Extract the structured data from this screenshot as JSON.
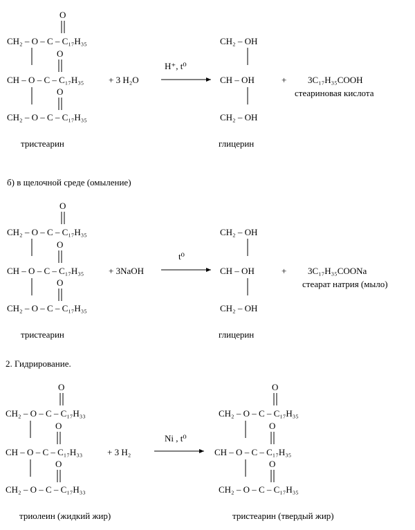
{
  "reaction1": {
    "ester": {
      "row1": "CH₂ – O – C – C₁₇H₃₅",
      "row2": "CH  – O – C – C₁₇H₃₅",
      "row3": "CH₂ – O – C – C₁₇H₃₅",
      "oxygen": "O",
      "name": "тристеарин"
    },
    "reagent": "+ 3 H₂O",
    "condition": "H⁺, t⁰",
    "product": {
      "row1": "CH₂ – OH",
      "row2": "CH  – OH",
      "row3": "CH₂ – OH",
      "name": "глицерин"
    },
    "plus": "+",
    "acid": "3C₁₇H₃₅COOH",
    "acid_name": "стеариновая кислота"
  },
  "section_b": "б) в щелочной среде (омыление)",
  "reaction2": {
    "ester": {
      "row1": "CH₂ – O – C – C₁₇H₃₅",
      "row2": "CH  – O – C – C₁₇H₃₅",
      "row3": "CH₂ – O – C – C₁₇H₃₅",
      "oxygen": "O",
      "name": "тристеарин"
    },
    "reagent": "+ 3NaOH",
    "condition": "t⁰",
    "product": {
      "row1": "CH₂ – OH",
      "row2": "CH  – OH",
      "row3": "CH₂ – OH",
      "name": "глицерин"
    },
    "plus": "+",
    "salt": "3C₁₇H₃₅COONa",
    "salt_name": "стеарат натрия (мыло)"
  },
  "section_2": "2. Гидрирование.",
  "reaction3": {
    "ester": {
      "row1": "CH₂ – O – C – C₁₇H₃₃",
      "row2": "CH  – O – C – C₁₇H₃₃",
      "row3": "CH₂ – O – C – C₁₇H₃₃",
      "oxygen": "O",
      "name": "триолеин (жидкий жир)"
    },
    "reagent": "+ 3 H₂",
    "condition": "Ni  , t⁰",
    "product": {
      "row1": "CH₂ – O – C – C₁₇H₃₅",
      "row2": "CH  – O – C  – C₁₇H₃₅",
      "row3": "CH₂ – O – C  – C₁₇H₃₅",
      "oxygen": "O",
      "name": "тристеарин (твердый жир)"
    }
  }
}
